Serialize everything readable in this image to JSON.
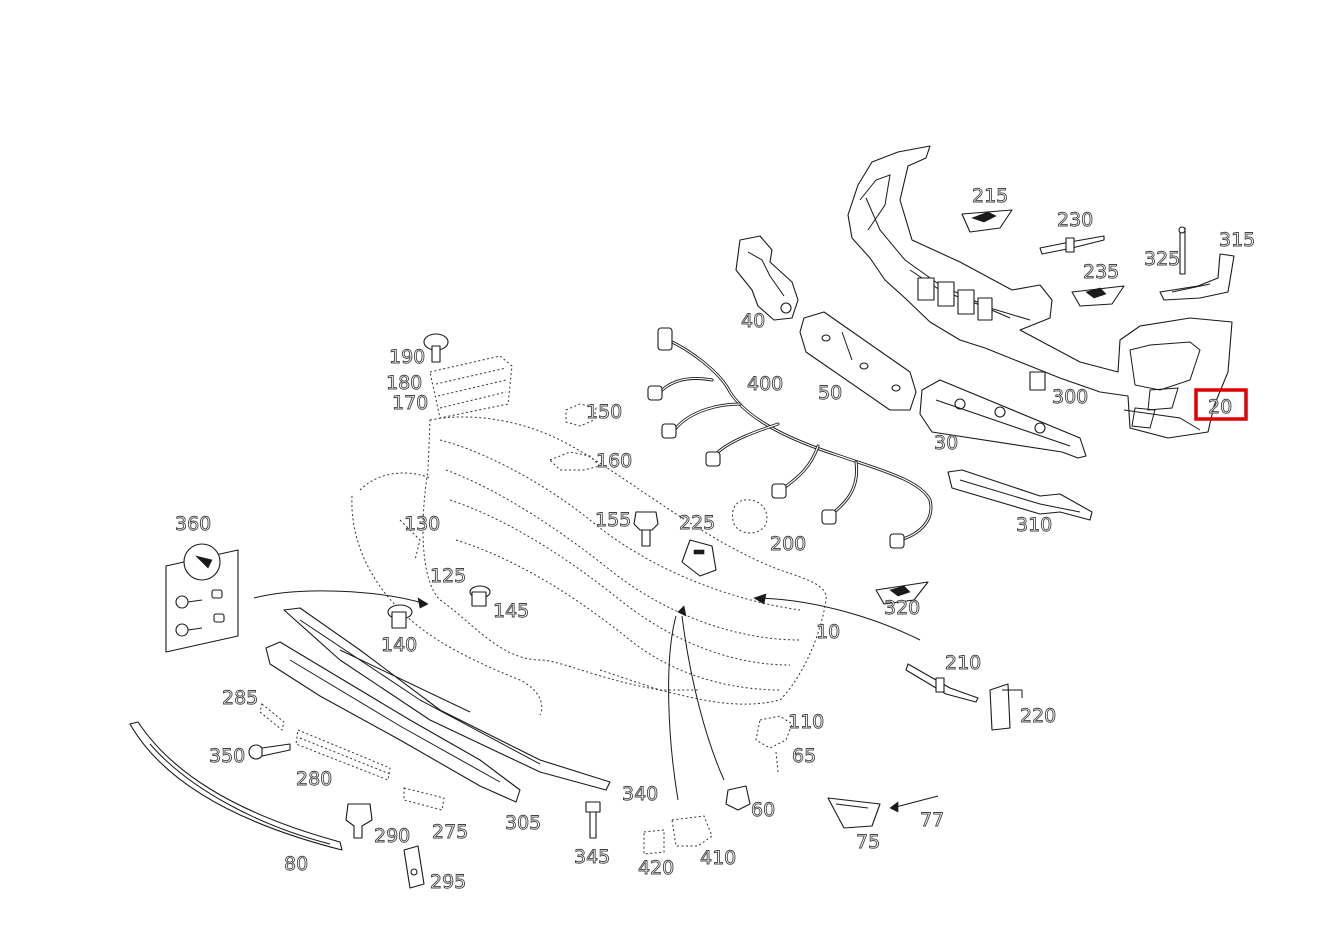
{
  "diagram": {
    "callouts": [
      {
        "id": "20",
        "label": "20"
      },
      {
        "id": "30",
        "label": "30"
      },
      {
        "id": "40",
        "label": "40"
      },
      {
        "id": "50",
        "label": "50"
      },
      {
        "id": "60",
        "label": "60"
      },
      {
        "id": "65",
        "label": "65"
      },
      {
        "id": "75",
        "label": "75"
      },
      {
        "id": "77",
        "label": "77"
      },
      {
        "id": "80",
        "label": "80"
      },
      {
        "id": "140",
        "label": "140"
      },
      {
        "id": "145",
        "label": "145"
      },
      {
        "id": "155",
        "label": "155"
      },
      {
        "id": "190",
        "label": "190"
      },
      {
        "id": "200",
        "label": "200"
      },
      {
        "id": "210",
        "label": "210"
      },
      {
        "id": "215",
        "label": "215"
      },
      {
        "id": "220",
        "label": "220"
      },
      {
        "id": "225",
        "label": "225"
      },
      {
        "id": "230",
        "label": "230"
      },
      {
        "id": "235",
        "label": "235"
      },
      {
        "id": "275",
        "label": "275"
      },
      {
        "id": "280",
        "label": "280"
      },
      {
        "id": "285",
        "label": "285"
      },
      {
        "id": "290",
        "label": "290"
      },
      {
        "id": "295",
        "label": "295"
      },
      {
        "id": "300",
        "label": "300"
      },
      {
        "id": "305",
        "label": "305"
      },
      {
        "id": "310",
        "label": "310"
      },
      {
        "id": "315",
        "label": "315"
      },
      {
        "id": "320",
        "label": "320"
      },
      {
        "id": "325",
        "label": "325"
      },
      {
        "id": "340",
        "label": "340"
      },
      {
        "id": "345",
        "label": "345"
      },
      {
        "id": "350",
        "label": "350"
      },
      {
        "id": "360",
        "label": "360"
      },
      {
        "id": "400",
        "label": "400"
      },
      {
        "id": "410",
        "label": "410"
      },
      {
        "id": "420",
        "label": "420"
      },
      {
        "id": "10",
        "label": "10"
      },
      {
        "id": "110",
        "label": "110"
      },
      {
        "id": "125",
        "label": "125"
      },
      {
        "id": "130",
        "label": "130"
      },
      {
        "id": "150",
        "label": "150"
      },
      {
        "id": "160",
        "label": "160"
      },
      {
        "id": "170",
        "label": "170"
      },
      {
        "id": "180",
        "label": "180"
      },
      {
        "id": "190b",
        "label": "190"
      }
    ],
    "highlighted_callout": "20",
    "highlight_color": "#e00000",
    "line_color": "#1a1a1a"
  }
}
